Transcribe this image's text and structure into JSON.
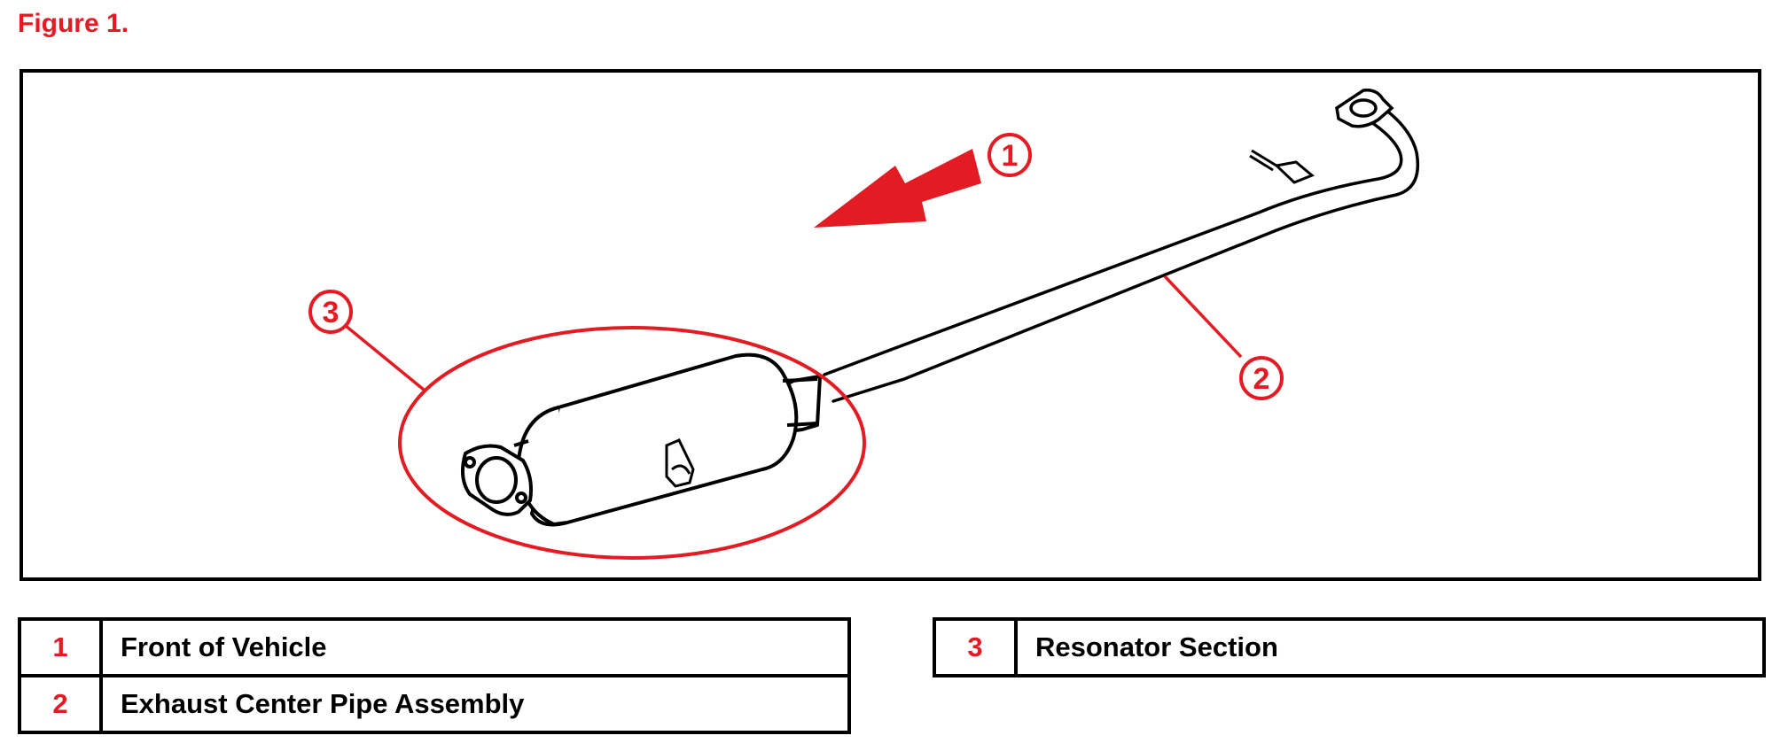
{
  "figure_title": "Figure 1.",
  "callouts": [
    {
      "number": "1",
      "target": "arrow"
    },
    {
      "number": "2",
      "target": "pipe"
    },
    {
      "number": "3",
      "target": "resonator"
    }
  ],
  "legend": {
    "left": [
      {
        "number": "1",
        "label": "Front of Vehicle"
      },
      {
        "number": "2",
        "label": "Exhaust Center Pipe Assembly"
      }
    ],
    "right": [
      {
        "number": "3",
        "label": "Resonator Section"
      }
    ]
  },
  "colors": {
    "accent": "#e31b23",
    "line": "#000000"
  }
}
